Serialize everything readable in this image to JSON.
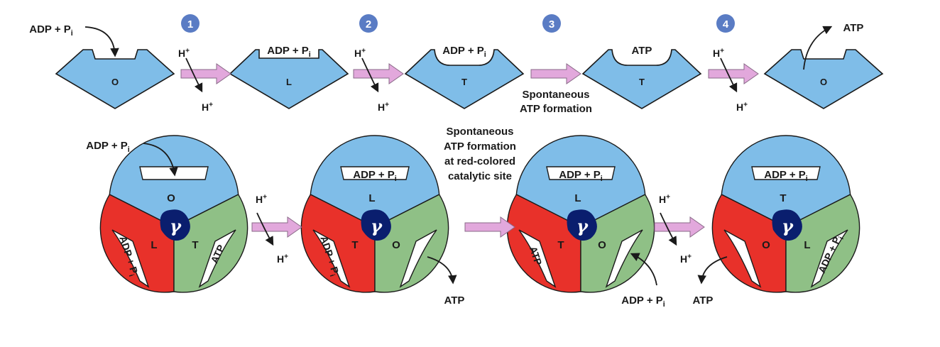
{
  "colors": {
    "open": "#7fbde8",
    "red": "#e8312a",
    "green": "#8fc086",
    "gamma": "#0a1e6e",
    "arrow": "#e2a8dc",
    "badge": "#5a7cc4"
  },
  "steps": [
    "1",
    "2",
    "3",
    "4"
  ],
  "top_row": {
    "subunits": [
      {
        "state": "O",
        "bound": ""
      },
      {
        "state": "L",
        "bound": "ADP + Pi"
      },
      {
        "state": "T",
        "bound": "ADP + Pi"
      },
      {
        "state": "T",
        "bound": "ATP"
      },
      {
        "state": "O",
        "bound": ""
      }
    ],
    "input_label": "ADP + Pi",
    "output_label": "ATP",
    "proton_in": "H+",
    "proton_out": "H+",
    "spontaneous_note": [
      "Spontaneous",
      "ATP formation"
    ]
  },
  "bottom_row": {
    "complexes": [
      {
        "blue_state": "O",
        "red_state": "L",
        "green_state": "T",
        "blue_bound": "",
        "red_bound": "ADP + Pi",
        "green_bound": "ATP"
      },
      {
        "blue_state": "L",
        "red_state": "T",
        "green_state": "O",
        "blue_bound": "ADP + Pi",
        "red_bound": "ADP + Pi",
        "green_bound": ""
      },
      {
        "blue_state": "L",
        "red_state": "T",
        "green_state": "O",
        "blue_bound": "ADP + Pi",
        "red_bound": "ATP",
        "green_bound": ""
      },
      {
        "blue_state": "T",
        "red_state": "O",
        "green_state": "L",
        "blue_bound": "ADP + Pi",
        "red_bound": "",
        "green_bound": "ADP + Pi"
      }
    ],
    "gamma": "γ",
    "input_label": "ADP + Pi",
    "release_label": "ATP",
    "proton_in": "H+",
    "proton_out": "H+",
    "spontaneous_note": [
      "Spontaneous",
      "ATP formation",
      "at red-colored",
      "catalytic site"
    ]
  }
}
